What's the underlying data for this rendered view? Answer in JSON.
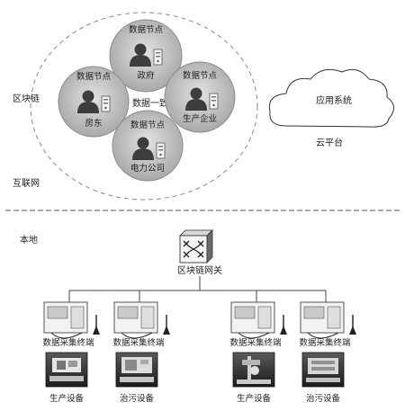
{
  "internet": {
    "label": "互联网",
    "blockchain_label": "区块链",
    "consensus_label": "数据一致",
    "nodes": [
      {
        "title": "数据节点",
        "name": "政府"
      },
      {
        "title": "数据节点",
        "name": "房东"
      },
      {
        "title": "数据节点",
        "name": "生产企业"
      },
      {
        "title": "数据节点",
        "name": "电力公司"
      }
    ]
  },
  "cloud": {
    "app_label": "应用系统",
    "platform_label": "云平台"
  },
  "local": {
    "label": "本地",
    "gateway_label": "区块链网关",
    "terminals": [
      {
        "terminal_label": "数据采集终端",
        "equipment_label": "生产设备"
      },
      {
        "terminal_label": "数据采集终端",
        "equipment_label": "治污设备"
      },
      {
        "terminal_label": "数据采集终端",
        "equipment_label": "生产设备"
      },
      {
        "terminal_label": "数据采集终端",
        "equipment_label": "治污设备"
      }
    ]
  }
}
